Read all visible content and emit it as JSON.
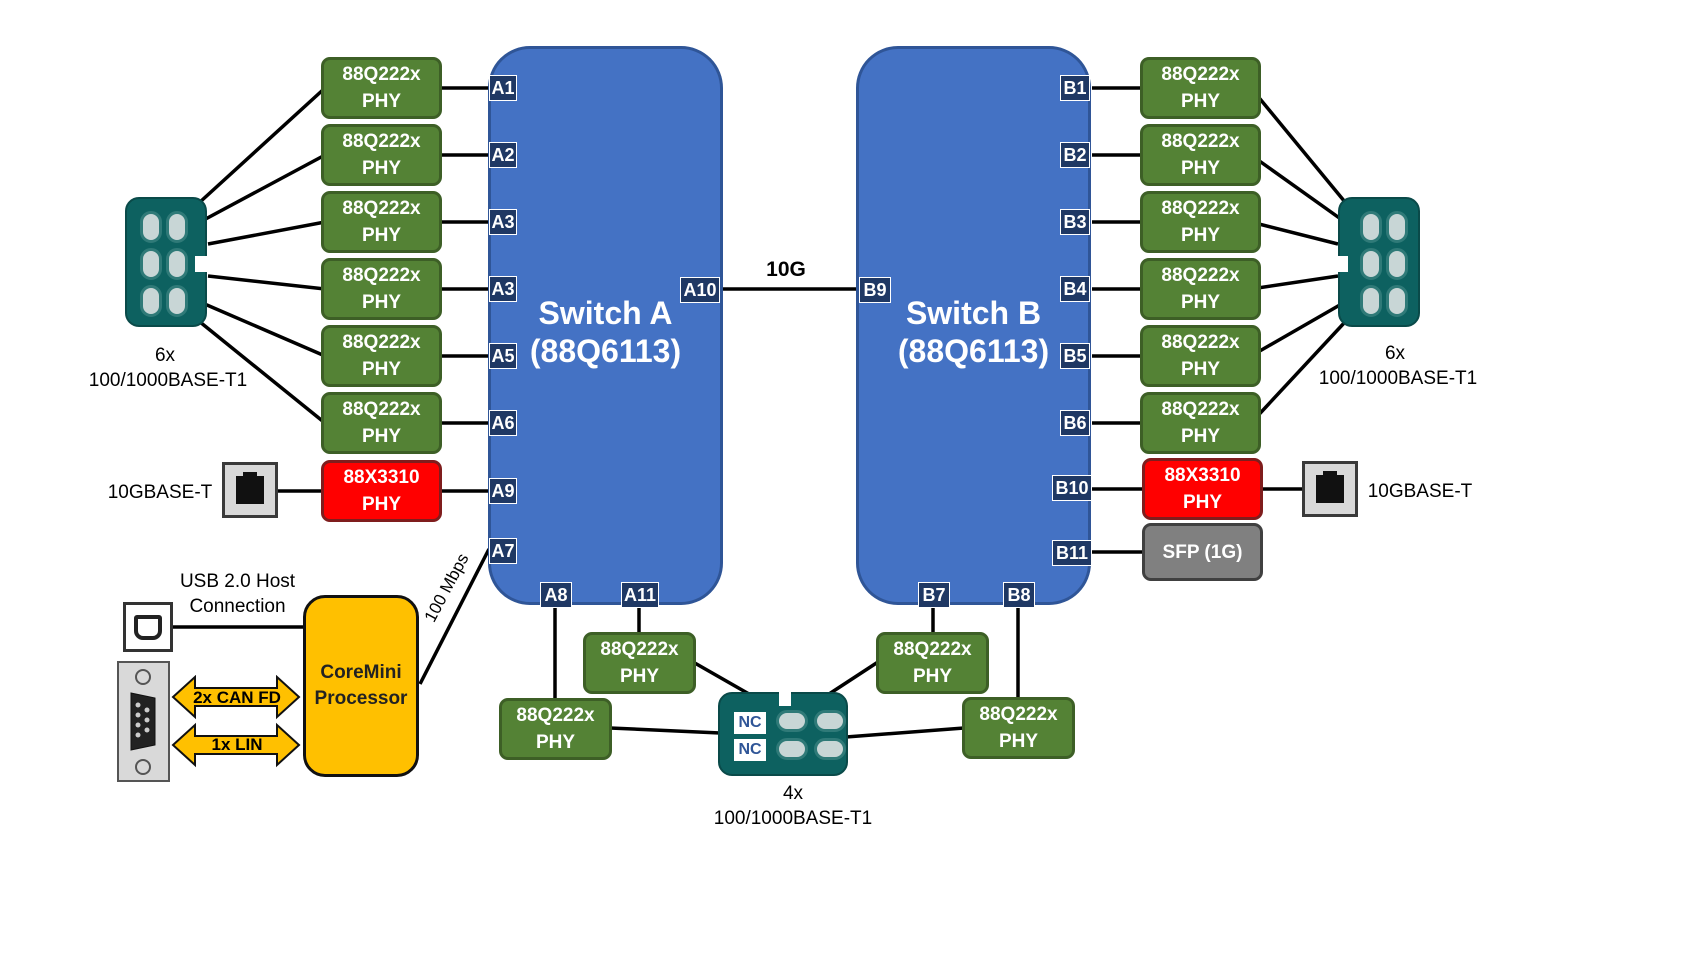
{
  "switch_a": {
    "line1": "Switch A",
    "line2": "(88Q6113)"
  },
  "switch_b": {
    "line1": "Switch B",
    "line2": "(88Q6113)"
  },
  "link_10g": "10G",
  "ports_a": [
    "A1",
    "A2",
    "A3",
    "A3",
    "A5",
    "A6",
    "A9",
    "A7",
    "A10",
    "A8",
    "A11"
  ],
  "ports_b": [
    "B1",
    "B2",
    "B3",
    "B4",
    "B5",
    "B6",
    "B10",
    "B11",
    "B9",
    "B7",
    "B8"
  ],
  "phy": {
    "name": "88Q222x",
    "suffix": "PHY"
  },
  "phy_10g": {
    "name": "88X3310",
    "suffix": "PHY"
  },
  "sfp": "SFP (1G)",
  "left_conn": {
    "count": "6x",
    "type": "100/1000BASE-T1"
  },
  "right_conn": {
    "count": "6x",
    "type": "100/1000BASE-T1"
  },
  "bottom_conn": {
    "count": "4x",
    "type": "100/1000BASE-T1",
    "nc": [
      "NC",
      "NC"
    ]
  },
  "rj45_left": "10GBASE-T",
  "rj45_right": "10GBASE-T",
  "usb": {
    "line1": "USB 2.0 Host",
    "line2": "Connection"
  },
  "coremini": {
    "line1": "CoreMini",
    "line2": "Processor"
  },
  "can": "2x CAN FD",
  "lin": "1x LIN",
  "speed": "100 Mbps",
  "colors": {
    "switch": "#4472c4",
    "phy": "#548235",
    "phy_10g": "#ff0000",
    "sfp": "#808080",
    "coremini": "#ffc000",
    "connector": "#0d6160"
  }
}
